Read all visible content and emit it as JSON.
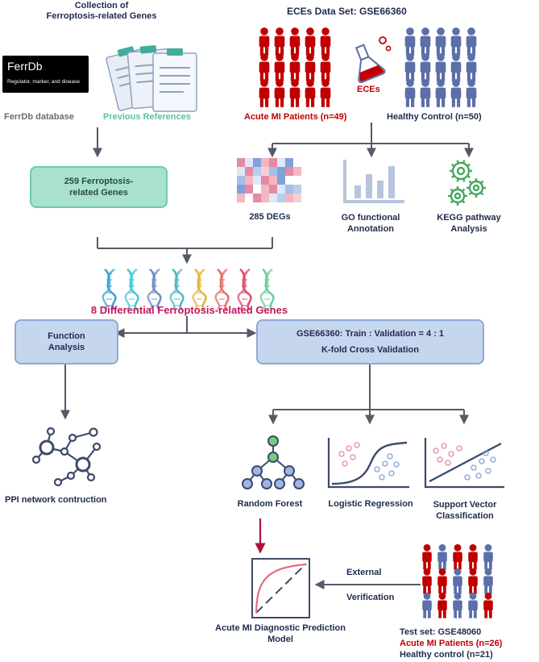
{
  "left_header": {
    "line1": "Collection of",
    "line2": "Ferroptosis-related Genes"
  },
  "right_header": "ECEs Data Set: GSE66360",
  "ferrdb": {
    "logo": "FerrDb",
    "tagline": "Regulator, marker, and disease"
  },
  "labels": {
    "ferrdb_database": "FerrDb database",
    "previous_references": "Previous References",
    "eces": "ECEs",
    "acute_mi_patients": "Acute MI Patients  (n=49)",
    "healthy_control": "Healthy Control (n=50)",
    "degs": "285 DEGs",
    "go_line1": "GO functional",
    "go_line2": "Annotation",
    "kegg_line1": "KEGG pathway",
    "kegg_line2": "Analysis",
    "differential_genes": "8 Differential Ferroptosis-related  Genes",
    "ppi": "PPI network contruction",
    "random_forest": "Random Forest",
    "logistic_regression": "Logistic Regression",
    "svc_line1": "Support Vector",
    "svc_line2": "Classification",
    "external": "External",
    "verification": "Verification",
    "model_line1": "Acute MI Diagnostic Prediction",
    "model_line2": "Model",
    "test_set": "Test set: GSE48060",
    "test_acute": "Acute MI Patients  (n=26)",
    "test_healthy": "Healthy control (n=21)"
  },
  "boxes": {
    "ferroptosis_genes_line1": "259 Ferroptosis-",
    "ferroptosis_genes_line2": "related Genes",
    "function_line1": "Function",
    "function_line2": "Analysis",
    "gse_line1": "GSE66360: Train : Validation = 4 : 1",
    "gse_line2": "K-fold Cross Validation"
  },
  "colors": {
    "red": "#c00000",
    "blue_person": "#5b6fa8",
    "teal_text": "#5bbfa6",
    "gray_text": "#6b6b6b",
    "navy_text": "#1f2b4d",
    "magenta_text": "#c2185b",
    "arrow": "#555a66",
    "crimson_arrow": "#b0103a"
  },
  "icons": [
    "clipboard-icon",
    "flask-icon",
    "person-icon",
    "heatmap-icon",
    "bar-chart-icon",
    "gears-icon",
    "dna-icon",
    "network-icon",
    "tree-icon",
    "logistic-icon",
    "svm-icon",
    "roc-icon"
  ]
}
